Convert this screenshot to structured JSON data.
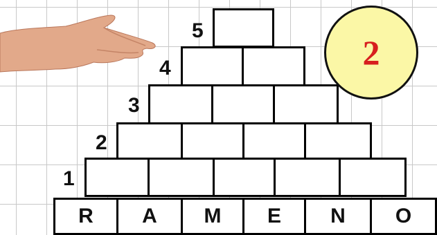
{
  "puzzle": {
    "base_letters": [
      "R",
      "A",
      "M",
      "E",
      "N",
      "O"
    ],
    "row_numbers": [
      "1",
      "2",
      "3",
      "4",
      "5"
    ],
    "level": "2"
  },
  "colors": {
    "badge_fill": "#fbf7a6",
    "badge_text": "#d71f1f",
    "grid": "#c8c8c8"
  },
  "icons": {
    "pointer": "hand-pointing-icon"
  }
}
